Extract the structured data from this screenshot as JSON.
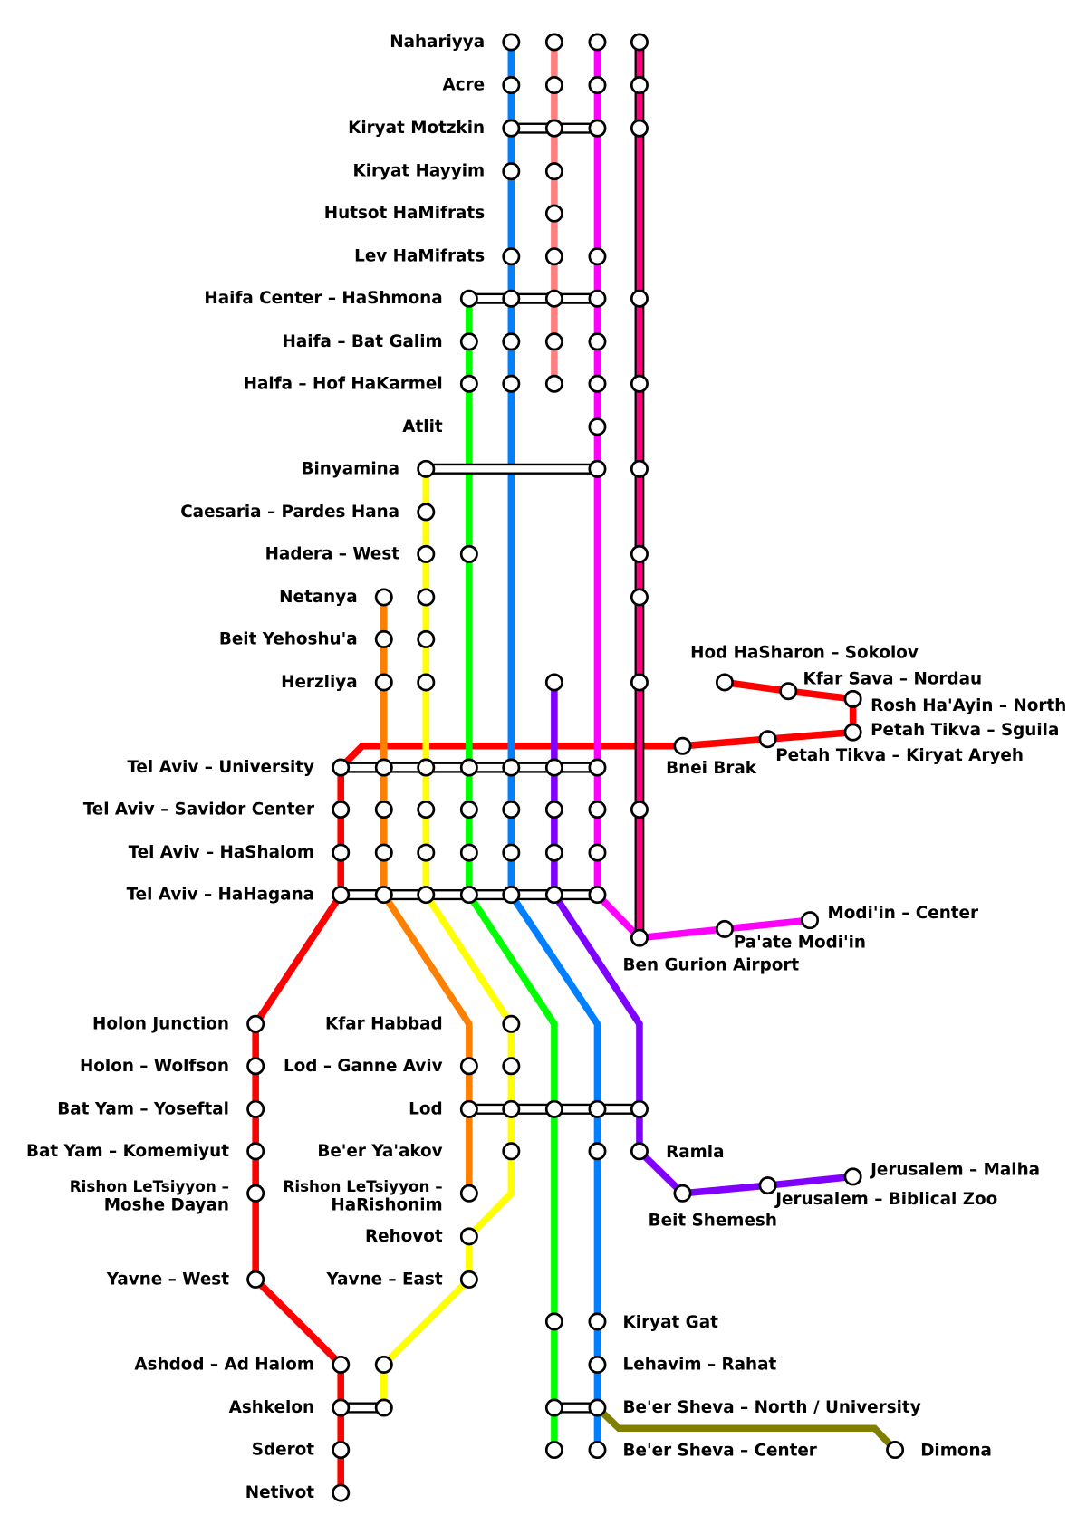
{
  "map": {
    "lines": [
      {
        "id": "blue",
        "color": "#0080ff",
        "stations": [
          "Nahariyya",
          "Acre",
          "Kiryat Motzkin",
          "Kiryat Hayyim",
          "Lev HaMifrats",
          "Haifa Center – HaShmona",
          "Haifa – Bat Galim",
          "Haifa – Hof HaKarmel",
          "Tel Aviv – University",
          "Tel Aviv – Savidor Center",
          "Tel Aviv – HaShalom",
          "Tel Aviv – HaHagana",
          "Lod",
          "Be'er Ya'akov",
          "Kiryat Gat",
          "Lehavim – Rahat",
          "Be'er Sheva – North / University",
          "Be'er Sheva – Center"
        ]
      },
      {
        "id": "salmon",
        "color": "#ff8080",
        "stations": [
          "Nahariyya",
          "Acre",
          "Kiryat Motzkin",
          "Kiryat Hayyim",
          "Hutsot HaMifrats",
          "Lev HaMifrats",
          "Haifa Center – HaShmona",
          "Haifa – Bat Galim",
          "Haifa – Hof HaKarmel"
        ]
      },
      {
        "id": "magenta",
        "color": "#ff00ff",
        "stations": [
          "Nahariyya",
          "Acre",
          "Kiryat Motzkin",
          "Lev HaMifrats",
          "Haifa Center – HaShmona",
          "Haifa – Bat Galim",
          "Haifa – Hof HaKarmel",
          "Atlit",
          "Binyamina",
          "Tel Aviv – University",
          "Tel Aviv – Savidor Center",
          "Tel Aviv – HaShalom",
          "Tel Aviv – HaHagana",
          "Ben Gurion Airport",
          "Pa'ate Modi'in",
          "Modi'in – Center"
        ]
      },
      {
        "id": "crimson",
        "color": "#ff0080",
        "stations": [
          "Nahariyya",
          "Acre",
          "Kiryat Motzkin",
          "Haifa Center – HaShmona",
          "Haifa – Hof HaKarmel",
          "Binyamina",
          "Hadera – West",
          "Netanya",
          "Herzliya",
          "Tel Aviv – Savidor Center",
          "Ben Gurion Airport"
        ]
      },
      {
        "id": "green",
        "color": "#00ff00",
        "stations": [
          "Haifa Center – HaShmona",
          "Haifa – Bat Galim",
          "Haifa – Hof HaKarmel",
          "Hadera – West",
          "Tel Aviv – University",
          "Tel Aviv – Savidor Center",
          "Tel Aviv – HaShalom",
          "Tel Aviv – HaHagana",
          "Lod",
          "Kiryat Gat",
          "Be'er Sheva – North / University",
          "Be'er Sheva – Center"
        ]
      },
      {
        "id": "yellow",
        "color": "#ffff00",
        "stations": [
          "Binyamina",
          "Caesaria – Pardes Hana",
          "Hadera – West",
          "Netanya",
          "Beit Yehoshu'a",
          "Herzliya",
          "Tel Aviv – University",
          "Tel Aviv – Savidor Center",
          "Tel Aviv – HaShalom",
          "Tel Aviv – HaHagana",
          "Kfar Habbad",
          "Lod – Ganne Aviv",
          "Lod",
          "Be'er Ya'akov",
          "Rehovot",
          "Yavne – East",
          "Ashdod – Ad Halom",
          "Ashkelon"
        ]
      },
      {
        "id": "orange",
        "color": "#ff8000",
        "stations": [
          "Netanya",
          "Beit Yehoshu'a",
          "Herzliya",
          "Tel Aviv – University",
          "Tel Aviv – Savidor Center",
          "Tel Aviv – HaShalom",
          "Tel Aviv – HaHagana",
          "Lod – Ganne Aviv",
          "Lod",
          "Rishon LeTsiyyon – HaRishonim"
        ]
      },
      {
        "id": "purple",
        "color": "#8000ff",
        "stations": [
          "Herzliya",
          "Tel Aviv – University",
          "Tel Aviv – Savidor Center",
          "Tel Aviv – HaShalom",
          "Tel Aviv – HaHagana",
          "Lod",
          "Ramla",
          "Beit Shemesh",
          "Jerusalem – Biblical Zoo",
          "Jerusalem – Malha"
        ]
      },
      {
        "id": "red",
        "color": "#ff0000",
        "stations": [
          "Hod HaSharon – Sokolov",
          "Kfar Sava – Nordau",
          "Rosh Ha'Ayin – North",
          "Petah Tikva – Sguila",
          "Petah Tikva – Kiryat Aryeh",
          "Bnei Brak",
          "Tel Aviv – University",
          "Tel Aviv – Savidor Center",
          "Tel Aviv – HaShalom",
          "Tel Aviv – HaHagana",
          "Holon Junction",
          "Holon – Wolfson",
          "Bat Yam – Yoseftal",
          "Bat Yam – Komemiyut",
          "Rishon LeTsiyyon – Moshe Dayan",
          "Yavne – West",
          "Ashdod – Ad Halom",
          "Ashkelon",
          "Sderot",
          "Netivot"
        ]
      },
      {
        "id": "olive",
        "color": "#808000",
        "stations": [
          "Be'er Sheva – North / University",
          "Dimona"
        ]
      }
    ],
    "labels": {
      "nahariyya": "Nahariyya",
      "acre": "Acre",
      "kiryat_motzkin": "Kiryat Motzkin",
      "kiryat_hayyim": "Kiryat Hayyim",
      "hutsot": "Hutsot HaMifrats",
      "lev": "Lev HaMifrats",
      "haifa_center": "Haifa Center – HaShmona",
      "bat_galim": "Haifa – Bat Galim",
      "hof_hakarmel": "Haifa – Hof HaKarmel",
      "atlit": "Atlit",
      "binyamina": "Binyamina",
      "caesaria": "Caesaria – Pardes Hana",
      "hadera": "Hadera – West",
      "netanya": "Netanya",
      "beit_yehoshua": "Beit Yehoshu'a",
      "herzliya": "Herzliya",
      "hod_hasharon": "Hod HaSharon – Sokolov",
      "kfar_sava": "Kfar Sava – Nordau",
      "rosh_haayin": "Rosh Ha'Ayin – North",
      "sguila": "Petah Tikva – Sguila",
      "kiryat_aryeh": "Petah Tikva – Kiryat Aryeh",
      "bnei_brak": "Bnei Brak",
      "ta_university": "Tel Aviv – University",
      "ta_savidor": "Tel Aviv – Savidor Center",
      "ta_hashalom": "Tel Aviv – HaShalom",
      "ta_hahagana": "Tel Aviv – HaHagana",
      "ben_gurion": "Ben Gurion Airport",
      "paate_modiin": "Pa'ate Modi'in",
      "modiin_center": "Modi'in – Center",
      "holon_junction": "Holon Junction",
      "holon_wolfson": "Holon – Wolfson",
      "yoseftal": "Bat Yam – Yoseftal",
      "komemiyut": "Bat Yam – Komemiyut",
      "moshe_dayan_1": "Rishon LeTsiyyon –",
      "moshe_dayan_2": "Moshe Dayan",
      "yavne_west": "Yavne – West",
      "kfar_habbad": "Kfar Habbad",
      "lod_ganne_aviv": "Lod – Ganne Aviv",
      "lod": "Lod",
      "beer_yaakov": "Be'er Ya'akov",
      "harishonim_1": "Rishon LeTsiyyon –",
      "harishonim_2": "HaRishonim",
      "rehovot": "Rehovot",
      "yavne_east": "Yavne – East",
      "ramla": "Ramla",
      "beit_shemesh": "Beit Shemesh",
      "biblical_zoo": "Jerusalem – Biblical Zoo",
      "malha": "Jerusalem – Malha",
      "ashdod": "Ashdod – Ad Halom",
      "ashkelon": "Ashkelon",
      "sderot": "Sderot",
      "netivot": "Netivot",
      "kiryat_gat": "Kiryat Gat",
      "lehavim": "Lehavim – Rahat",
      "bs_north": "Be'er Sheva – North / University",
      "bs_center": "Be'er Sheva – Center",
      "dimona": "Dimona"
    }
  }
}
